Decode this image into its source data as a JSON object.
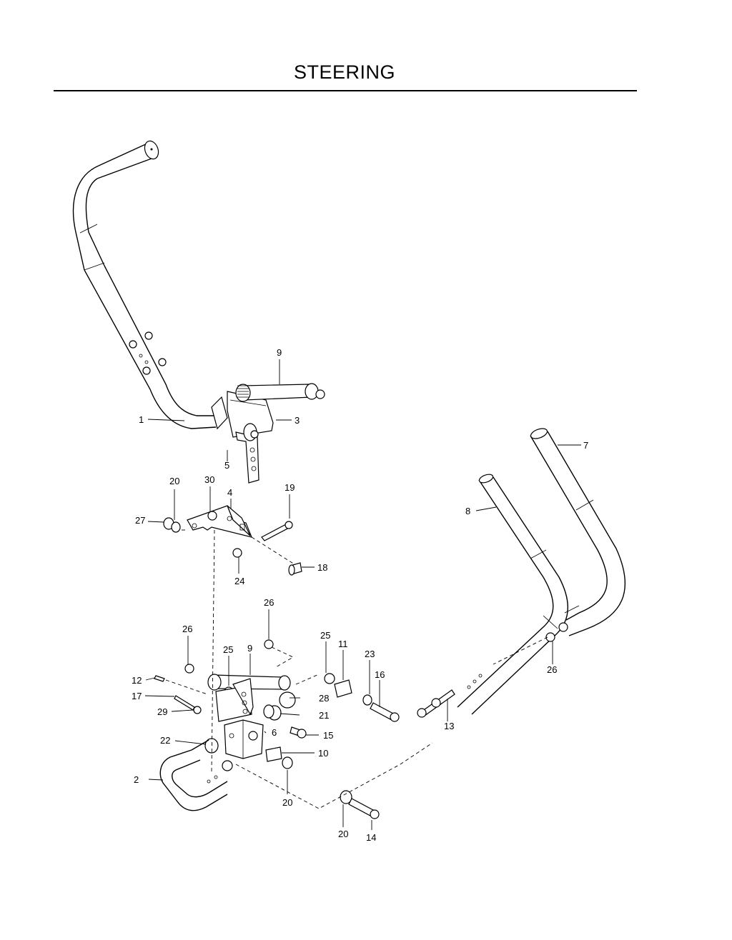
{
  "page": {
    "title": "STEERING"
  },
  "callouts": [
    {
      "id": "c1",
      "label": "1"
    },
    {
      "id": "c2",
      "label": "2"
    },
    {
      "id": "c3",
      "label": "3"
    },
    {
      "id": "c4",
      "label": "4"
    },
    {
      "id": "c5",
      "label": "5"
    },
    {
      "id": "c6",
      "label": "6"
    },
    {
      "id": "c7",
      "label": "7"
    },
    {
      "id": "c8",
      "label": "8"
    },
    {
      "id": "c9a",
      "label": "9"
    },
    {
      "id": "c9b",
      "label": "9"
    },
    {
      "id": "c10",
      "label": "10"
    },
    {
      "id": "c11",
      "label": "11"
    },
    {
      "id": "c12",
      "label": "12"
    },
    {
      "id": "c13",
      "label": "13"
    },
    {
      "id": "c14",
      "label": "14"
    },
    {
      "id": "c15",
      "label": "15"
    },
    {
      "id": "c16",
      "label": "16"
    },
    {
      "id": "c17",
      "label": "17"
    },
    {
      "id": "c18",
      "label": "18"
    },
    {
      "id": "c19",
      "label": "19"
    },
    {
      "id": "c20a",
      "label": "20"
    },
    {
      "id": "c20b",
      "label": "20"
    },
    {
      "id": "c20c",
      "label": "20"
    },
    {
      "id": "c21",
      "label": "21"
    },
    {
      "id": "c22",
      "label": "22"
    },
    {
      "id": "c23",
      "label": "23"
    },
    {
      "id": "c24",
      "label": "24"
    },
    {
      "id": "c25a",
      "label": "25"
    },
    {
      "id": "c25b",
      "label": "25"
    },
    {
      "id": "c26a",
      "label": "26"
    },
    {
      "id": "c26b",
      "label": "26"
    },
    {
      "id": "c26c",
      "label": "26"
    },
    {
      "id": "c27",
      "label": "27"
    },
    {
      "id": "c28",
      "label": "28"
    },
    {
      "id": "c29",
      "label": "29"
    },
    {
      "id": "c30",
      "label": "30"
    }
  ]
}
